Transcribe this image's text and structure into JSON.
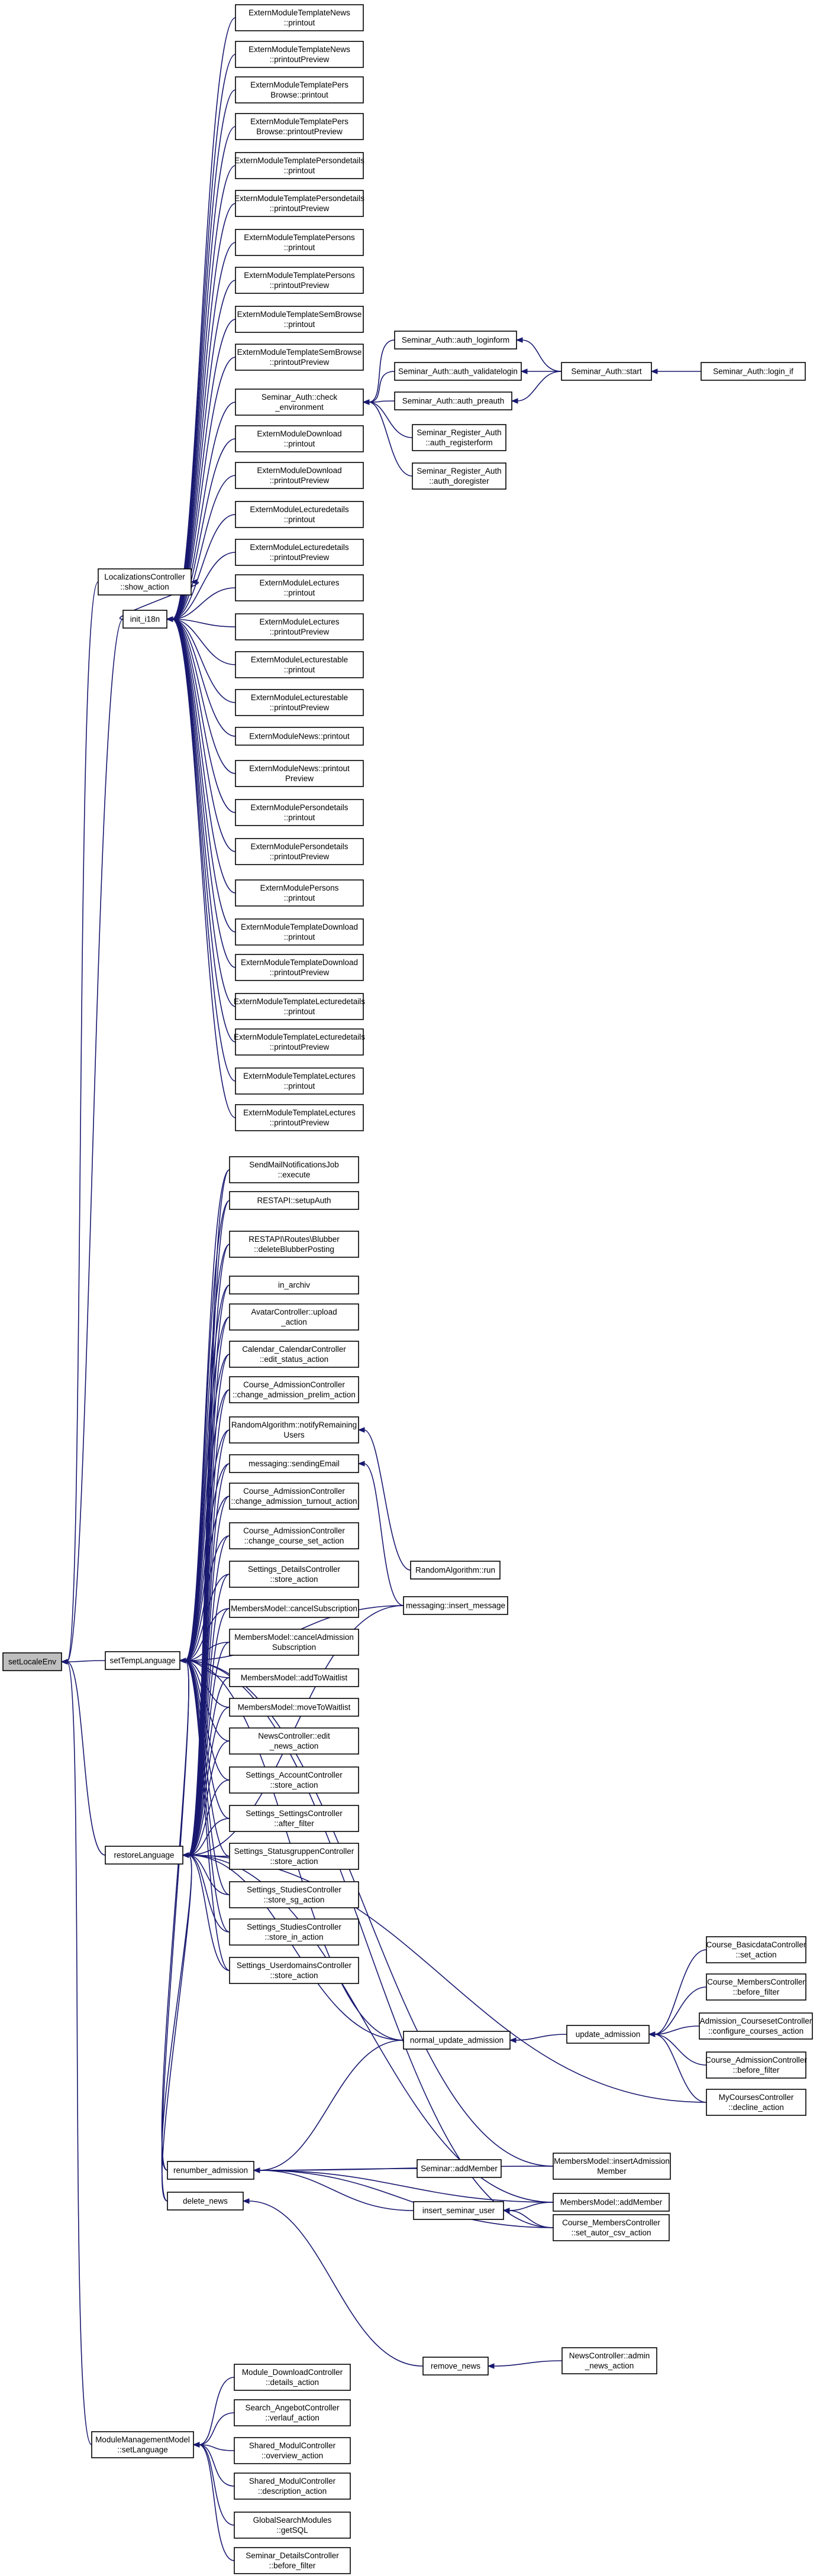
{
  "graph": {
    "nodes": [
      {
        "id": "root",
        "lines": [
          "setLocaleEnv"
        ],
        "root": true
      },
      {
        "id": "loc",
        "lines": [
          "LocalizationsController",
          "::show_action"
        ]
      },
      {
        "id": "init",
        "lines": [
          "init_i18n"
        ]
      },
      {
        "id": "stl",
        "lines": [
          "setTempLanguage"
        ]
      },
      {
        "id": "rl",
        "lines": [
          "restoreLanguage"
        ]
      },
      {
        "id": "mmm",
        "lines": [
          "ModuleManagementModel",
          "::setLanguage"
        ]
      },
      {
        "id": "n1",
        "lines": [
          "ExternModuleTemplateNews",
          "::printout"
        ]
      },
      {
        "id": "n2",
        "lines": [
          "ExternModuleTemplateNews",
          "::printoutPreview"
        ]
      },
      {
        "id": "n3",
        "lines": [
          "ExternModuleTemplatePers",
          "Browse::printout"
        ]
      },
      {
        "id": "n4",
        "lines": [
          "ExternModuleTemplatePers",
          "Browse::printoutPreview"
        ]
      },
      {
        "id": "n5",
        "lines": [
          "ExternModuleTemplatePersondetails",
          "::printout"
        ]
      },
      {
        "id": "n6",
        "lines": [
          "ExternModuleTemplatePersondetails",
          "::printoutPreview"
        ]
      },
      {
        "id": "n7",
        "lines": [
          "ExternModuleTemplatePersons",
          "::printout"
        ]
      },
      {
        "id": "n8",
        "lines": [
          "ExternModuleTemplatePersons",
          "::printoutPreview"
        ]
      },
      {
        "id": "n9",
        "lines": [
          "ExternModuleTemplateSemBrowse",
          "::printout"
        ]
      },
      {
        "id": "n10",
        "lines": [
          "ExternModuleTemplateSemBrowse",
          "::printoutPreview"
        ]
      },
      {
        "id": "n11",
        "lines": [
          "Seminar_Auth::check",
          "_environment"
        ]
      },
      {
        "id": "n12",
        "lines": [
          "ExternModuleDownload",
          "::printout"
        ]
      },
      {
        "id": "n13",
        "lines": [
          "ExternModuleDownload",
          "::printoutPreview"
        ]
      },
      {
        "id": "n14",
        "lines": [
          "ExternModuleLecturedetails",
          "::printout"
        ]
      },
      {
        "id": "n15",
        "lines": [
          "ExternModuleLecturedetails",
          "::printoutPreview"
        ]
      },
      {
        "id": "n16",
        "lines": [
          "ExternModuleLectures",
          "::printout"
        ]
      },
      {
        "id": "n17",
        "lines": [
          "ExternModuleLectures",
          "::printoutPreview"
        ]
      },
      {
        "id": "n18",
        "lines": [
          "ExternModuleLecturestable",
          "::printout"
        ]
      },
      {
        "id": "n19",
        "lines": [
          "ExternModuleLecturestable",
          "::printoutPreview"
        ]
      },
      {
        "id": "n20",
        "lines": [
          "ExternModuleNews::printout"
        ]
      },
      {
        "id": "n21",
        "lines": [
          "ExternModuleNews::printout",
          "Preview"
        ]
      },
      {
        "id": "n22",
        "lines": [
          "ExternModulePersondetails",
          "::printout"
        ]
      },
      {
        "id": "n23",
        "lines": [
          "ExternModulePersondetails",
          "::printoutPreview"
        ]
      },
      {
        "id": "n24",
        "lines": [
          "ExternModulePersons",
          "::printout"
        ]
      },
      {
        "id": "n25",
        "lines": [
          "ExternModuleTemplateDownload",
          "::printout"
        ]
      },
      {
        "id": "n26",
        "lines": [
          "ExternModuleTemplateDownload",
          "::printoutPreview"
        ]
      },
      {
        "id": "n27",
        "lines": [
          "ExternModuleTemplateLecturedetails",
          "::printout"
        ]
      },
      {
        "id": "n28",
        "lines": [
          "ExternModuleTemplateLecturedetails",
          "::printoutPreview"
        ]
      },
      {
        "id": "n29",
        "lines": [
          "ExternModuleTemplateLectures",
          "::printout"
        ]
      },
      {
        "id": "n30",
        "lines": [
          "ExternModuleTemplateLectures",
          "::printoutPreview"
        ]
      },
      {
        "id": "sa_login",
        "lines": [
          "Seminar_Auth::auth_loginform"
        ]
      },
      {
        "id": "sa_valid",
        "lines": [
          "Seminar_Auth::auth_validatelogin"
        ]
      },
      {
        "id": "sa_pre",
        "lines": [
          "Seminar_Auth::auth_preauth"
        ]
      },
      {
        "id": "sra_reg",
        "lines": [
          "Seminar_Register_Auth",
          "::auth_registerform"
        ]
      },
      {
        "id": "sra_doreg",
        "lines": [
          "Seminar_Register_Auth",
          "::auth_doregister"
        ]
      },
      {
        "id": "sa_start",
        "lines": [
          "Seminar_Auth::start"
        ]
      },
      {
        "id": "sa_if",
        "lines": [
          "Seminar_Auth::login_if"
        ]
      },
      {
        "id": "m1",
        "lines": [
          "SendMailNotificationsJob",
          "::execute"
        ]
      },
      {
        "id": "m2",
        "lines": [
          "RESTAPI::setupAuth"
        ]
      },
      {
        "id": "m3",
        "lines": [
          "RESTAPI\\Routes\\Blubber",
          "::deleteBlubberPosting"
        ]
      },
      {
        "id": "m4",
        "lines": [
          "in_archiv"
        ]
      },
      {
        "id": "m5",
        "lines": [
          "AvatarController::upload",
          "_action"
        ]
      },
      {
        "id": "m6",
        "lines": [
          "Calendar_CalendarController",
          "::edit_status_action"
        ]
      },
      {
        "id": "m7",
        "lines": [
          "Course_AdmissionController",
          "::change_admission_prelim_action"
        ]
      },
      {
        "id": "m8",
        "lines": [
          "RandomAlgorithm::notifyRemaining",
          "Users"
        ]
      },
      {
        "id": "m9",
        "lines": [
          "messaging::sendingEmail"
        ]
      },
      {
        "id": "m10",
        "lines": [
          "Course_AdmissionController",
          "::change_admission_turnout_action"
        ]
      },
      {
        "id": "m11",
        "lines": [
          "Course_AdmissionController",
          "::change_course_set_action"
        ]
      },
      {
        "id": "m12",
        "lines": [
          "Settings_DetailsController",
          "::store_action"
        ]
      },
      {
        "id": "m13",
        "lines": [
          "MembersModel::cancelSubscription"
        ]
      },
      {
        "id": "m14",
        "lines": [
          "MembersModel::cancelAdmission",
          "Subscription"
        ]
      },
      {
        "id": "m15",
        "lines": [
          "MembersModel::addToWaitlist"
        ]
      },
      {
        "id": "m16",
        "lines": [
          "MembersModel::moveToWaitlist"
        ]
      },
      {
        "id": "m17",
        "lines": [
          "NewsController::edit",
          "_news_action"
        ]
      },
      {
        "id": "m18",
        "lines": [
          "Settings_AccountController",
          "::store_action"
        ]
      },
      {
        "id": "m19",
        "lines": [
          "Settings_SettingsController",
          "::after_filter"
        ]
      },
      {
        "id": "m20",
        "lines": [
          "Settings_StatusgruppenController",
          "::store_action"
        ]
      },
      {
        "id": "m21",
        "lines": [
          "Settings_StudiesController",
          "::store_sg_action"
        ]
      },
      {
        "id": "m22",
        "lines": [
          "Settings_StudiesController",
          "::store_in_action"
        ]
      },
      {
        "id": "m23",
        "lines": [
          "Settings_UserdomainsController",
          "::store_action"
        ]
      },
      {
        "id": "renum",
        "lines": [
          "renumber_admission"
        ]
      },
      {
        "id": "delnews",
        "lines": [
          "delete_news"
        ]
      },
      {
        "id": "ra_run",
        "lines": [
          "RandomAlgorithm::run"
        ]
      },
      {
        "id": "msg_ins",
        "lines": [
          "messaging::insert_message"
        ]
      },
      {
        "id": "nua",
        "lines": [
          "normal_update_admission"
        ]
      },
      {
        "id": "sem_add",
        "lines": [
          "Seminar::addMember"
        ]
      },
      {
        "id": "ins_su",
        "lines": [
          "insert_seminar_user"
        ]
      },
      {
        "id": "rem_news",
        "lines": [
          "remove_news"
        ]
      },
      {
        "id": "mm_iam",
        "lines": [
          "MembersModel::insertAdmission",
          "Member"
        ]
      },
      {
        "id": "mm_add",
        "lines": [
          "MembersModel::addMember"
        ]
      },
      {
        "id": "cmc_csv",
        "lines": [
          "Course_MembersController",
          "::set_autor_csv_action"
        ]
      },
      {
        "id": "nc_admin",
        "lines": [
          "NewsController::admin",
          "_news_action"
        ]
      },
      {
        "id": "upd_adm",
        "lines": [
          "update_admission"
        ]
      },
      {
        "id": "cbd",
        "lines": [
          "Course_BasicdataController",
          "::set_action"
        ]
      },
      {
        "id": "cmb",
        "lines": [
          "Course_MembersController",
          "::before_filter"
        ]
      },
      {
        "id": "acc",
        "lines": [
          "Admission_CoursesetController",
          "::configure_courses_action"
        ]
      },
      {
        "id": "cab",
        "lines": [
          "Course_AdmissionController",
          "::before_filter"
        ]
      },
      {
        "id": "mcd",
        "lines": [
          "MyCoursesController",
          "::decline_action"
        ]
      },
      {
        "id": "b1",
        "lines": [
          "Module_DownloadController",
          "::details_action"
        ]
      },
      {
        "id": "b2",
        "lines": [
          "Search_AngebotController",
          "::verlauf_action"
        ]
      },
      {
        "id": "b3",
        "lines": [
          "Shared_ModulController",
          "::overview_action"
        ]
      },
      {
        "id": "b4",
        "lines": [
          "Shared_ModulController",
          "::description_action"
        ]
      },
      {
        "id": "b5",
        "lines": [
          "GlobalSearchModules",
          "::getSQL"
        ]
      },
      {
        "id": "b6",
        "lines": [
          "Seminar_DetailsController",
          "::before_filter"
        ]
      }
    ]
  }
}
